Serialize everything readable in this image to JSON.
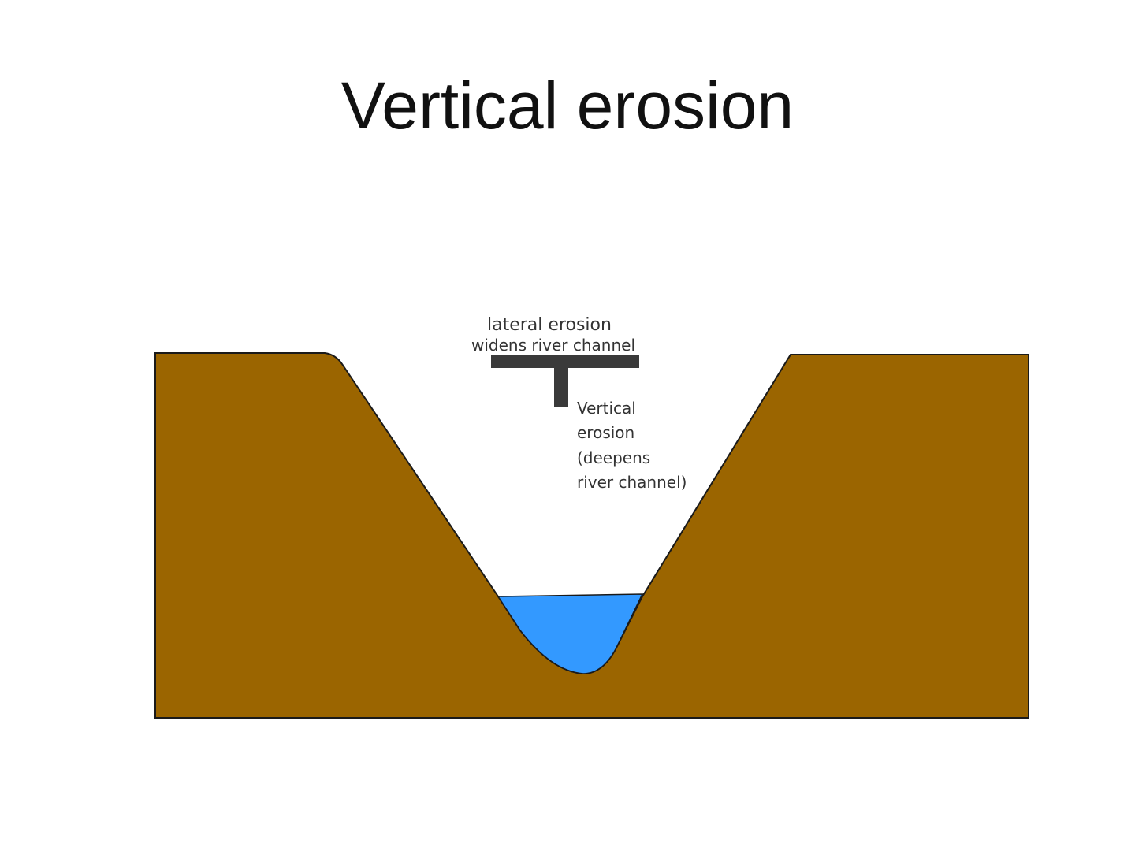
{
  "title": "Vertical erosion",
  "labels": {
    "lateral_line1": "lateral erosion",
    "lateral_line2": "widens river channel",
    "vertical_line1": "Vertical",
    "vertical_line2": "erosion",
    "vertical_line3": "(deepens",
    "vertical_line4": "river channel)"
  },
  "colors": {
    "ground": "#9b6500",
    "water": "#3399ff",
    "marker": "#3a3a3a",
    "outline": "#1a1a1a"
  }
}
